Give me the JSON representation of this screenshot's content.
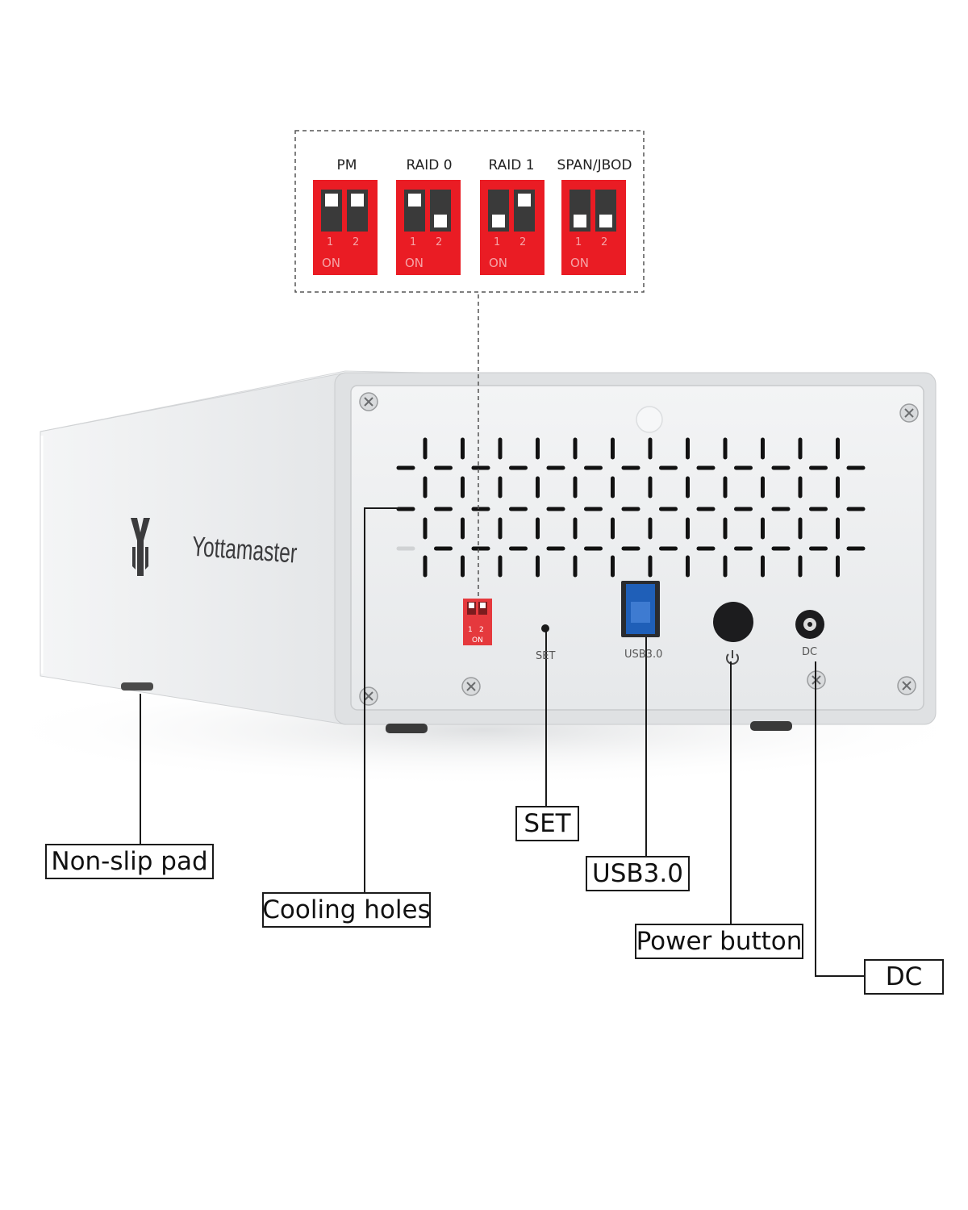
{
  "brand": {
    "name": "Yottamaster",
    "logo": "yottamaster-y-logo"
  },
  "dip_legend": {
    "modes": [
      {
        "title": "PM",
        "num1": "1",
        "num2": "2",
        "on": "ON",
        "switch1": "up",
        "switch2": "up"
      },
      {
        "title": "RAID 0",
        "num1": "1",
        "num2": "2",
        "on": "ON",
        "switch1": "up",
        "switch2": "down"
      },
      {
        "title": "RAID 1",
        "num1": "1",
        "num2": "2",
        "on": "ON",
        "switch1": "down",
        "switch2": "up"
      },
      {
        "title": "SPAN/JBOD",
        "num1": "1",
        "num2": "2",
        "on": "ON",
        "switch1": "down",
        "switch2": "down"
      }
    ]
  },
  "panel": {
    "dip_num1": "1",
    "dip_num2": "2",
    "dip_on": "ON",
    "set_label": "SET",
    "usb_label": "USB3.0",
    "dc_label": "DC",
    "power_icon": "power-icon"
  },
  "callouts": {
    "non_slip_pad": "Non-slip pad",
    "cooling_holes": "Cooling holes",
    "set": "SET",
    "usb": "USB3.0",
    "power_button": "Power button",
    "dc": "DC"
  },
  "colors": {
    "dip_red": "#ea1c24",
    "usb_blue": "#1f5fb8",
    "aluminium": "#eceef0",
    "line": "#1a1a1a"
  }
}
